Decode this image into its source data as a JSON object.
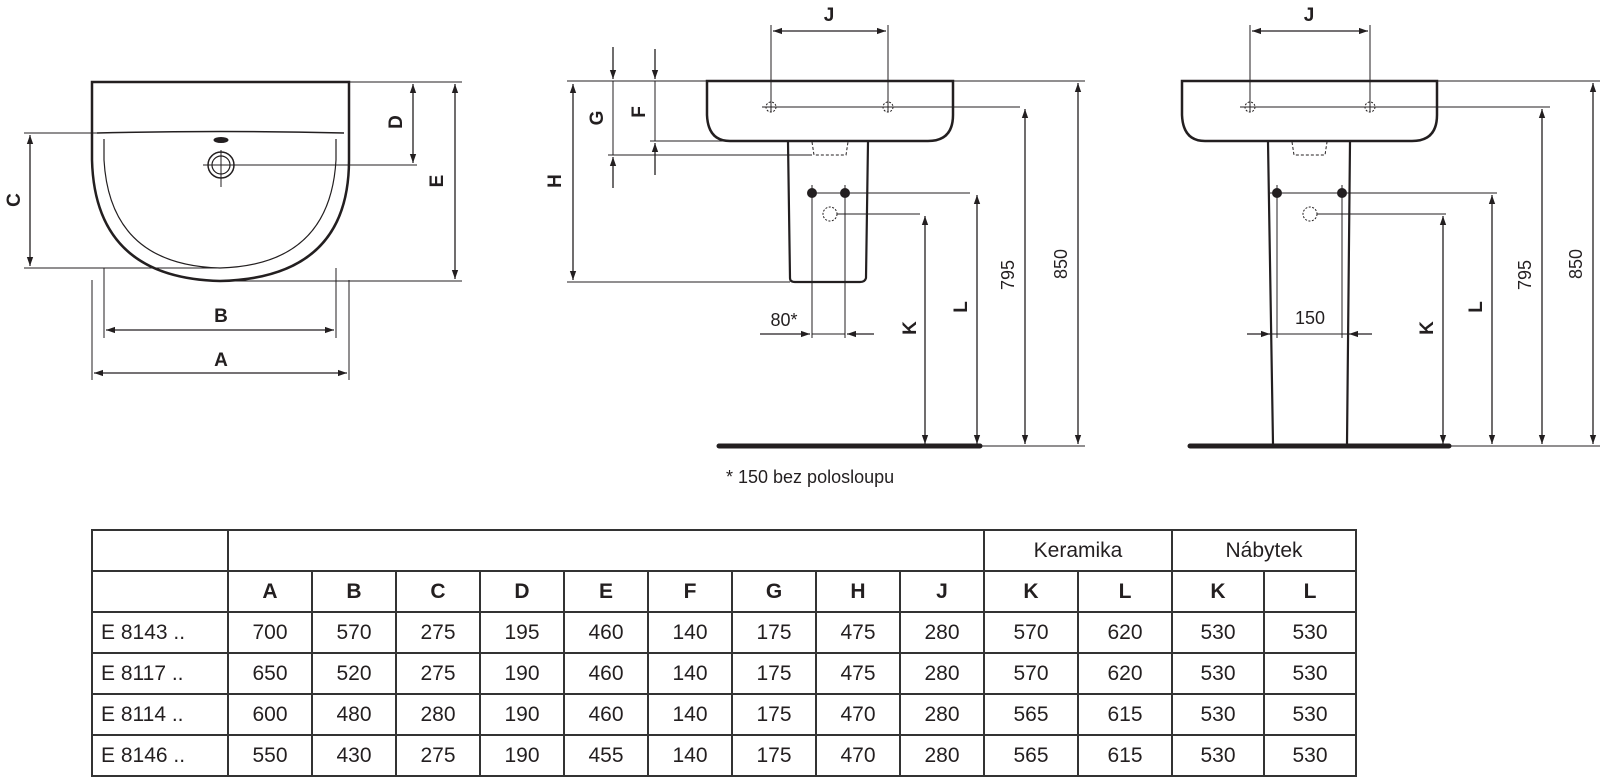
{
  "drawings": {
    "top_view": {
      "labels": {
        "A": "A",
        "B": "B",
        "C": "C",
        "D": "D",
        "E": "E"
      }
    },
    "side_view_semi_pedestal": {
      "labels": {
        "J": "J",
        "G": "G",
        "F": "F",
        "H": "H",
        "K": "K",
        "L": "L"
      },
      "dim_80": "80*",
      "dim_795": "795",
      "dim_850": "850"
    },
    "front_view_pedestal": {
      "labels": {
        "J": "J",
        "K": "K",
        "L": "L"
      },
      "dim_150": "150",
      "dim_795": "795",
      "dim_850": "850"
    },
    "footnote": "* 150 bez polosloupu"
  },
  "table": {
    "group_headers": {
      "keramika": "Keramika",
      "nabytek": "Nábytek"
    },
    "columns": [
      "A",
      "B",
      "C",
      "D",
      "E",
      "F",
      "G",
      "H",
      "J",
      "K",
      "L",
      "K",
      "L"
    ],
    "rows": [
      {
        "model": "E 8143 ..",
        "values": [
          "700",
          "570",
          "275",
          "195",
          "460",
          "140",
          "175",
          "475",
          "280",
          "570",
          "620",
          "530",
          "530"
        ]
      },
      {
        "model": "E 8117 ..",
        "values": [
          "650",
          "520",
          "275",
          "190",
          "460",
          "140",
          "175",
          "475",
          "280",
          "570",
          "620",
          "530",
          "530"
        ]
      },
      {
        "model": "E 8114 ..",
        "values": [
          "600",
          "480",
          "280",
          "190",
          "460",
          "140",
          "175",
          "470",
          "280",
          "565",
          "615",
          "530",
          "530"
        ]
      },
      {
        "model": "E 8146 ..",
        "values": [
          "550",
          "430",
          "275",
          "190",
          "455",
          "140",
          "175",
          "470",
          "280",
          "565",
          "615",
          "530",
          "530"
        ]
      }
    ]
  }
}
